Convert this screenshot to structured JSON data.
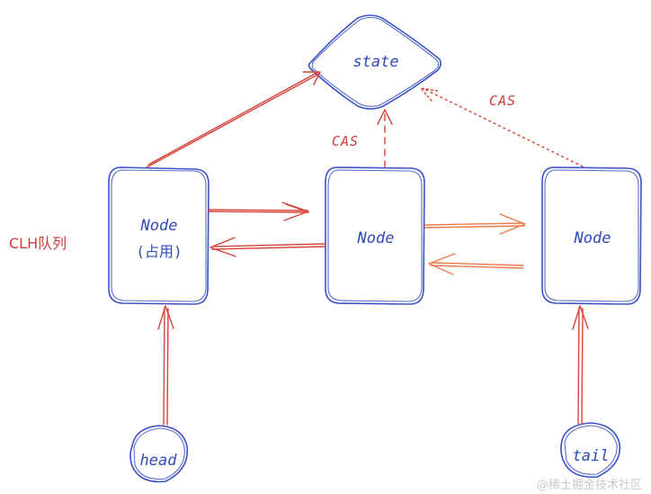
{
  "diagram": {
    "state_label": "state",
    "node_left_line1": "Node",
    "node_left_line2": "(占用)",
    "node_mid_label": "Node",
    "node_right_label": "Node",
    "head_label": "head",
    "tail_label": "tail",
    "cas_mid_label": "CAS",
    "cas_right_label": "CAS",
    "queue_label": "CLH队列",
    "watermark": "@稀土掘金技术社区"
  },
  "colors": {
    "shape_stroke": "#3b52c4",
    "text_blue": "#3049b8",
    "arrow_red": "#d6433b",
    "arrow_orange": "#ea7a4c",
    "label_red": "#d23a3a",
    "watermark": "#c9c9c9"
  }
}
